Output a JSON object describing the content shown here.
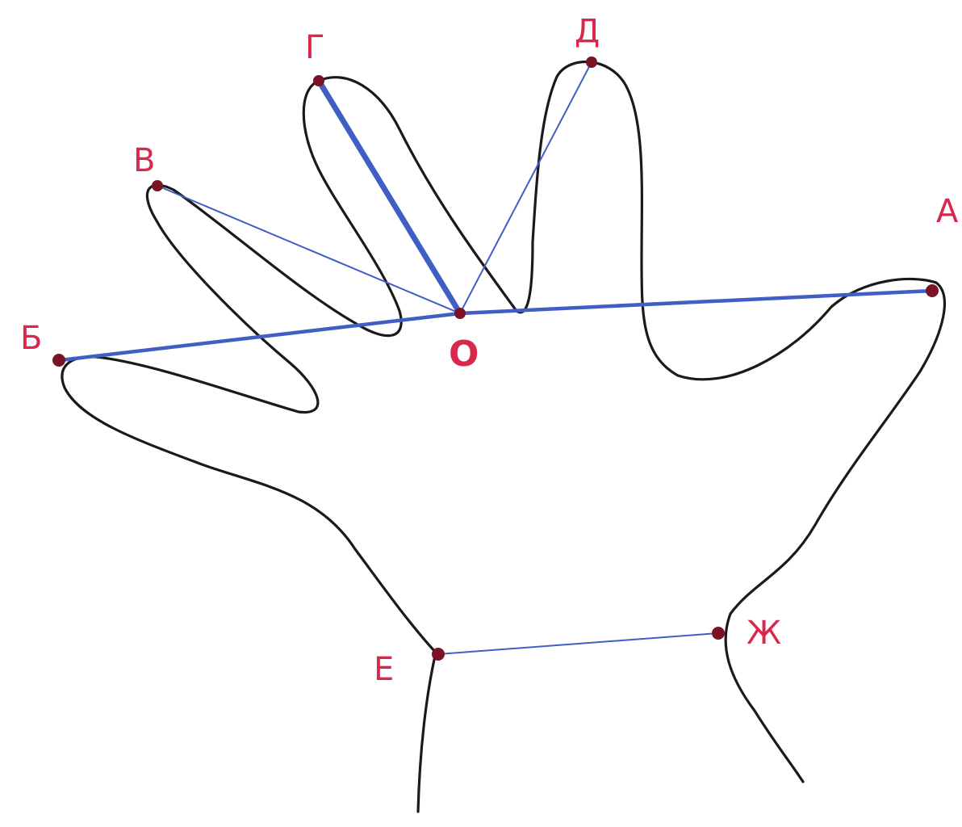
{
  "colors": {
    "outline": "#1a1a1a",
    "segments": "#3f5fc4",
    "points": "#7a1424",
    "labels": "#d8284c"
  },
  "points": {
    "a": "А",
    "b": "Б",
    "v": "В",
    "g": "Г",
    "d": "Д",
    "o": "О",
    "e": "Е",
    "zh": "Ж"
  }
}
